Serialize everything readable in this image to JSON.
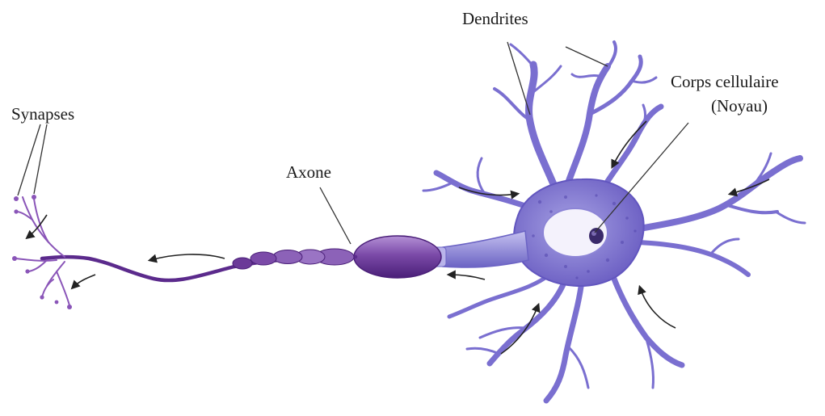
{
  "labels": {
    "dendrites": "Dendrites",
    "cell_body_line1": "Corps cellulaire",
    "cell_body_line2": "(Noyau)",
    "synapses": "Synapses",
    "axon": "Axone"
  },
  "colors": {
    "membrane": "#7060c8",
    "cytoplasm": "#8d86d8",
    "axon_dark": "#5b2a8c",
    "myelin": "#7b4aa8",
    "nucleus_halo": "#f2f0fb",
    "nucleus": "#3a2a6a",
    "arrow": "#222222",
    "leader_line": "#333333"
  },
  "icons": {
    "signal_arrow": "curved-arrow-icon"
  }
}
